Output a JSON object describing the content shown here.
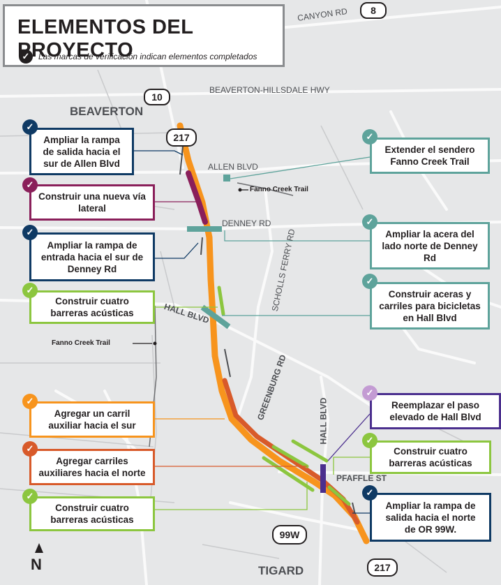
{
  "title": "ELEMENTOS DEL PROYECTO",
  "legend_text": "Las marcas de verificación indican elementos completados",
  "check_glyph": "✓",
  "north": "N",
  "places": {
    "beaverton": "BEAVERTON",
    "tigard": "TIGARD"
  },
  "roads": {
    "canyon_rd": "CANYON RD",
    "bh_hwy": "BEAVERTON-HILLSDALE HWY",
    "allen_blvd": "ALLEN BLVD",
    "denney_rd": "DENNEY RD",
    "scholls_ferry_rd": "SCHOLLS FERRY RD",
    "hall_blvd": "HALL BLVD",
    "greenburg_rd": "GREENBURG RD",
    "hall_blvd_2": "HALL BLVD",
    "pfaffle_st": "PFAFFLE ST",
    "fanno_trail_1": "Fanno Creek Trail",
    "fanno_trail_2": "Fanno Creek Trail"
  },
  "shields": {
    "s8": "8",
    "s10": "10",
    "s217_top": "217",
    "s99w": "99W",
    "s217_bottom": "217"
  },
  "colors": {
    "navy": "#0f3a64",
    "maroon": "#8a1f5a",
    "teal": "#5ea39b",
    "green": "#8cc63f",
    "orange": "#f7941d",
    "red": "#d85a2a",
    "purple": "#4b2f8e",
    "lavender": "#c39bd3"
  },
  "callouts": {
    "c1": "Ampliar la rampa de salida hacia el sur de Allen Blvd",
    "c2": "Construir una nueva vía lateral",
    "c3": "Ampliar la rampa de entrada hacia el sur de Denney Rd",
    "c4": "Construir cuatro barreras acústicas",
    "c5": "Agregar un carril auxiliar hacia el sur",
    "c6": "Agregar carriles auxiliares hacia el norte",
    "c7": "Construir cuatro barreras acústicas",
    "r1": "Extender el sendero Fanno Creek Trail",
    "r2": "Ampliar la acera del lado norte de Denney Rd",
    "r3": "Construir aceras y carriles para bicicletas en Hall Blvd",
    "r4": "Reemplazar el paso elevado de Hall Blvd",
    "r5": "Construir cuatro barreras acústicas",
    "r6": "Ampliar la rampa de salida hacia el norte de OR 99W."
  }
}
